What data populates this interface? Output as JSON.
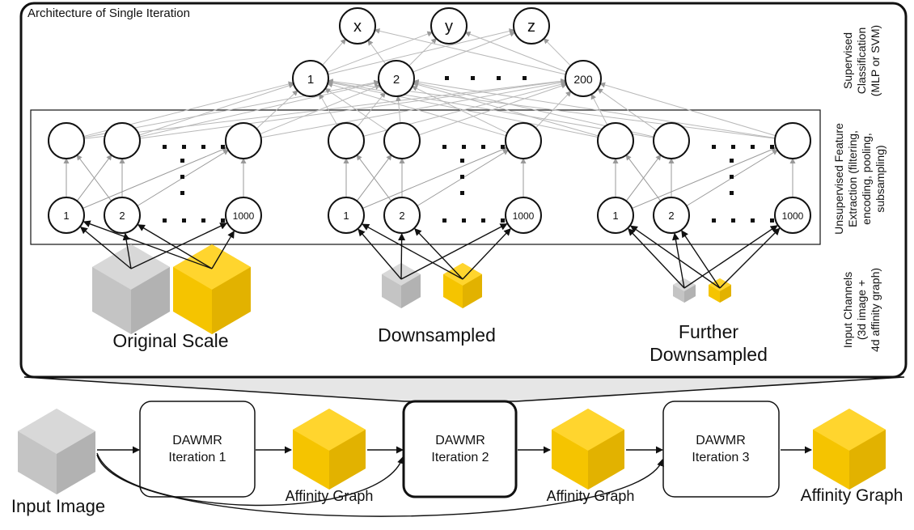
{
  "title": "Architecture of Single Iteration",
  "outputs": [
    "x",
    "y",
    "z"
  ],
  "hidden_nodes": [
    "1",
    "2",
    "200"
  ],
  "feature_nodes": [
    "1",
    "2",
    "1000"
  ],
  "scales": [
    "Original Scale",
    "Downsampled",
    "Further",
    "Downsampled"
  ],
  "side_labels": {
    "supervised": [
      "Supervised",
      "Classification",
      "(MLP or SVM)"
    ],
    "unsupervised": [
      "Unsupervised Feature",
      "Extraction (filtering,",
      "encoding, pooling,",
      "subsampling)"
    ],
    "input": [
      "Input Channels",
      "(3d image +",
      "4d affinity graph)"
    ]
  },
  "pipeline": {
    "input_label": "Input Image",
    "iterations": [
      {
        "line1": "DAWMR",
        "line2": "Iteration 1"
      },
      {
        "line1": "DAWMR",
        "line2": "Iteration 2"
      },
      {
        "line1": "DAWMR",
        "line2": "Iteration 3"
      }
    ],
    "output_label": "Affinity Graph"
  },
  "colors": {
    "gray_cube": "#c4c4c4",
    "yellow_cube": "#f5c400",
    "outline": "#111111",
    "edge": "#b8b8b8"
  }
}
